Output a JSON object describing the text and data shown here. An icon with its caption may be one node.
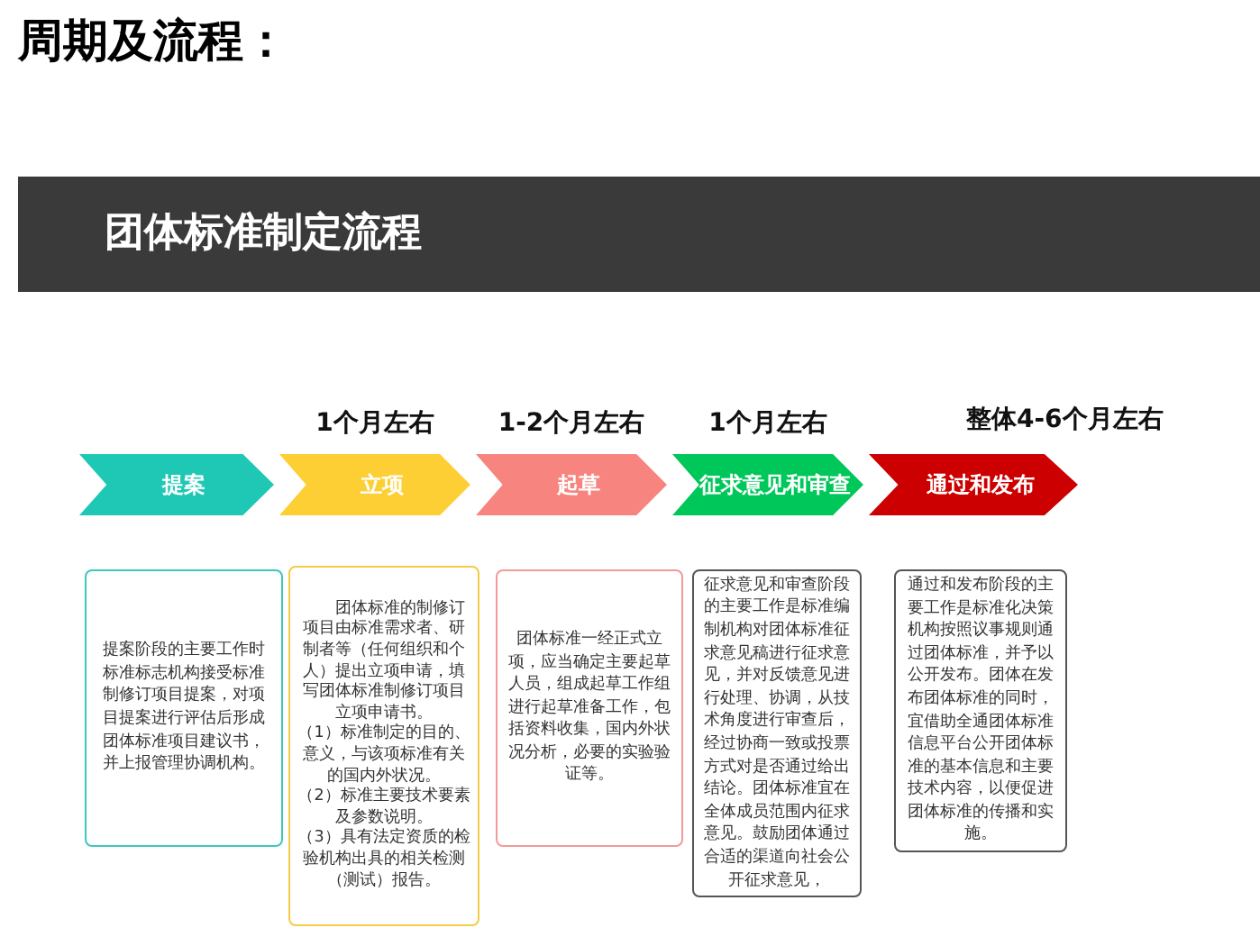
{
  "diagram": {
    "title": "周期及流程：",
    "nodes": [
      {
        "text": [
          "提案"
        ]
      },
      {
        "text": [
          "立项"
        ],
        "beside": [
          "1个月左右"
        ]
      },
      {
        "text": [
          "起草"
        ],
        "beside": [
          "1-2个月左右"
        ]
      },
      {
        "text": [
          "征求意见和审查"
        ],
        "beside": [
          "1个月左右"
        ]
      },
      {
        "text": [
          "通过和发布"
        ]
      },
      {
        "text": [
          "提案阶段的主要工作时标准标志机构接受标准制修订项目提案，对项目提案进行评估后形成团体标准项目建议书，并上报管理协调机构。"
        ]
      },
      {
        "text": [
          "团体标准的制修订项目由标准需求者、研制者等（任何组织和个人）提出立项申请，填写团体标准制修订项目立项申请书。",
          "（1）标准制定的目的、意义，与该项标准有关的国内外状况。",
          "（2）标准主要技术要素及参数说明。",
          "（3）具有法定资质的检验机构出具的相关检测（测试）报告。"
        ]
      },
      {
        "text": [
          "团体标准一经正式立项，应当确定主要起草人员，组成起草工作组进行起草准备工作，包括资料收集，国内外状况分析，必要的实验验证等。"
        ]
      },
      {
        "text": [
          "征求意见和审查阶段的主要工作是标准编制机构对团体标准征求意见稿进行征求意见，并对反馈意见进行处理、协调，从技术角度进行审查后，经过协商一致或投票方式对是否通过给出结论。团体标准宜在全体成员范围内征求意见。鼓励团体通过合适的渠道向社会公开征求意见，"
        ]
      },
      {
        "text": [
          "通过和发布阶段的主要工作是标准化决策机构按照议事规则通过团体标准，并予以公开发布。团体在发布团体标准的同时，宜借助全通团体标准信息平台公开团体标准的基本信息和主要技术内容，以便促进团体标准的传播和实施。"
        ]
      }
    ],
    "labels": [
      "团体标准制定流程",
      "整体4-6个月左右"
    ]
  }
}
